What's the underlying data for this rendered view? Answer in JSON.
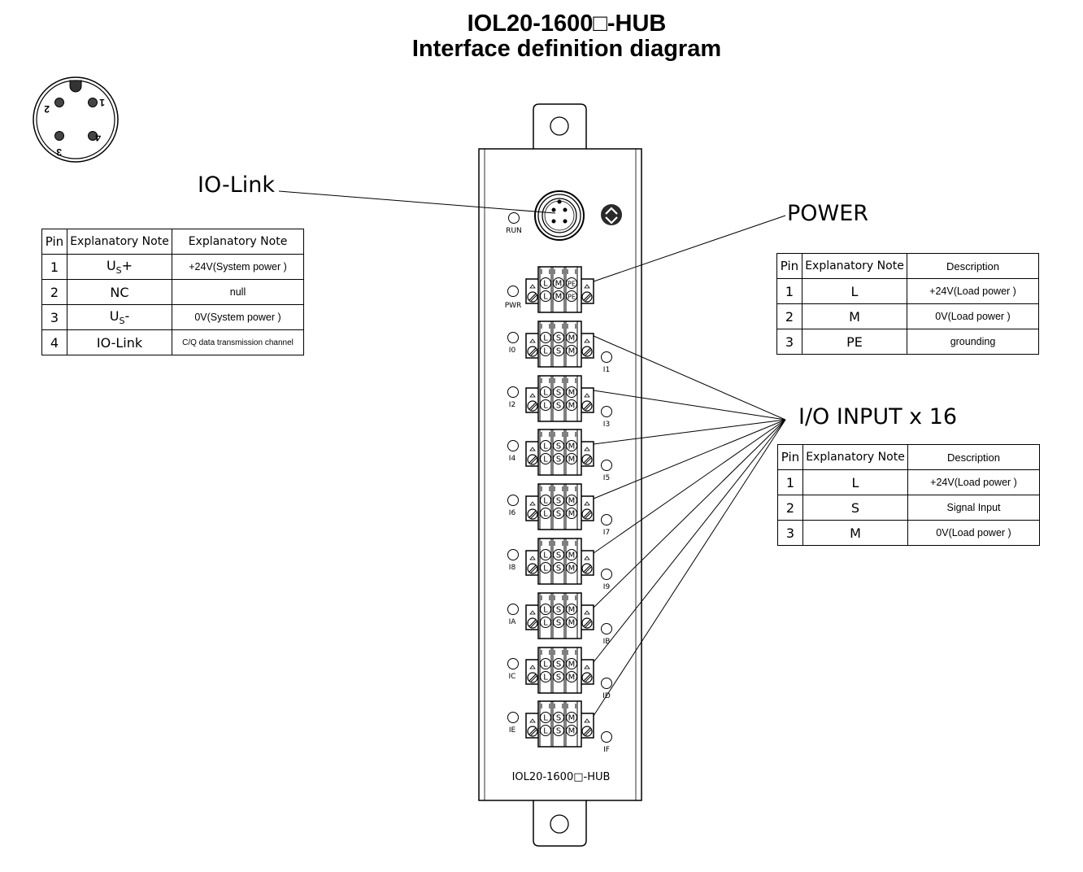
{
  "title": {
    "line1": "IOL20-1600□-HUB",
    "line2": "Interface definition diagram"
  },
  "callouts": {
    "iolink": "IO-Link",
    "power": "POWER",
    "io_input": "I/O INPUT x 16"
  },
  "connector_pinout": {
    "pins": [
      "1",
      "2",
      "3",
      "4"
    ]
  },
  "iolink_table": {
    "headers": [
      "Pin",
      "Explanatory Note",
      "Explanatory Note"
    ],
    "rows": [
      {
        "pin": "1",
        "note": "U",
        "sub": "S",
        "suffix": "+",
        "desc": "+24V(System power )"
      },
      {
        "pin": "2",
        "note": "NC",
        "sub": "",
        "suffix": "",
        "desc": "null"
      },
      {
        "pin": "3",
        "note": "U",
        "sub": "S",
        "suffix": "-",
        "desc": "0V(System power )"
      },
      {
        "pin": "4",
        "note": "IO-Link",
        "sub": "",
        "suffix": "",
        "desc": "C/Q data transmission channel"
      }
    ]
  },
  "power_table": {
    "headers": [
      "Pin",
      "Explanatory Note",
      "Description"
    ],
    "rows": [
      {
        "pin": "1",
        "note": "L",
        "desc": "+24V(Load power )"
      },
      {
        "pin": "2",
        "note": "M",
        "desc": "0V(Load power )"
      },
      {
        "pin": "3",
        "note": "PE",
        "desc": "grounding"
      }
    ]
  },
  "io_table": {
    "headers": [
      "Pin",
      "Explanatory Note",
      "Description"
    ],
    "rows": [
      {
        "pin": "1",
        "note": "L",
        "desc": "+24V(Load power )"
      },
      {
        "pin": "2",
        "note": "S",
        "desc": "Signal Input"
      },
      {
        "pin": "3",
        "note": "M",
        "desc": "0V(Load power )"
      }
    ]
  },
  "device": {
    "model": "IOL20-1600□-HUB",
    "run_led": "RUN",
    "pwr_led": "PWR",
    "power_terminal_pins": [
      "L",
      "M",
      "PE"
    ],
    "io_terminal_pins": [
      "L",
      "S",
      "M"
    ],
    "left_leds": [
      "I0",
      "I2",
      "I4",
      "I6",
      "I8",
      "IA",
      "IC",
      "IE"
    ],
    "right_leds": [
      "I1",
      "I3",
      "I5",
      "I7",
      "I9",
      "IB",
      "ID",
      "IF"
    ]
  }
}
